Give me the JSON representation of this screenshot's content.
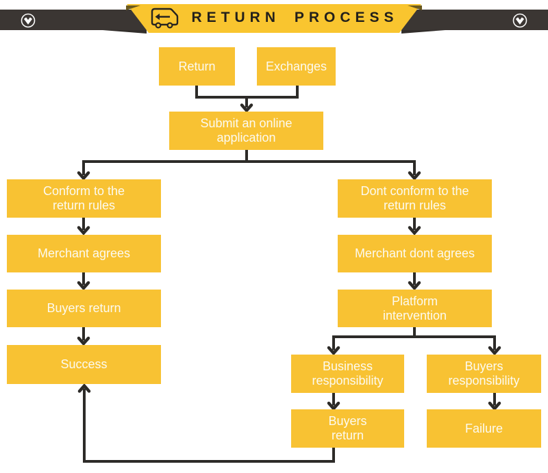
{
  "header": {
    "title": "RETURN PROCESS",
    "icons": {
      "truck": "return-truck",
      "left_button": "chevron-down-circle",
      "right_button": "chevron-down-circle"
    },
    "colors": {
      "bar": "#3B3633",
      "banner": "#F9C52F",
      "banner_fold": "#6B5A1F",
      "title_text": "#23201B"
    }
  },
  "flowchart": {
    "colors": {
      "box_fill": "#F8C233",
      "box_text": "#FCFAF0",
      "connector": "#2D2B28"
    },
    "nodes": {
      "return": {
        "label": "Return"
      },
      "exchanges": {
        "label": "Exchanges"
      },
      "submit_application": {
        "label": "Submit an online\napplication"
      },
      "conform_rules": {
        "label": "Conform to the\nreturn rules"
      },
      "merchant_agrees": {
        "label": "Merchant agrees"
      },
      "buyers_return": {
        "label": "Buyers return"
      },
      "success": {
        "label": "Success"
      },
      "dont_conform_rules": {
        "label": "Dont conform to the\nreturn rules"
      },
      "merchant_dont_agrees": {
        "label": "Merchant dont agrees"
      },
      "platform_intervention": {
        "label": "Platform\nintervention"
      },
      "business_responsibility": {
        "label": "Business\nresponsibility"
      },
      "buyers_responsibility": {
        "label": "Buyers\nresponsibility"
      },
      "buyers_return_2": {
        "label": "Buyers\nreturn"
      },
      "failure": {
        "label": "Failure"
      }
    }
  }
}
